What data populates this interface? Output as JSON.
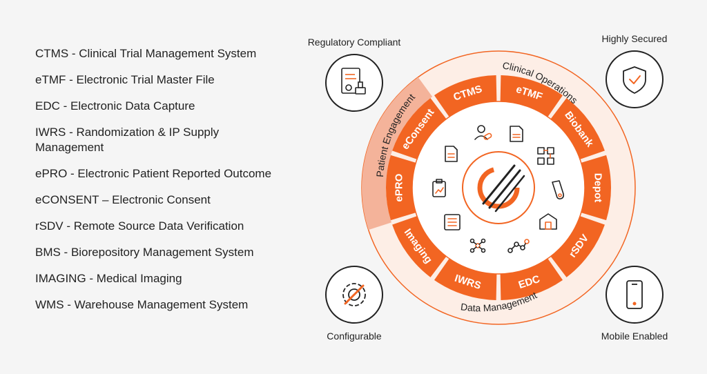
{
  "glossary": [
    "CTMS - Clinical Trial Management System",
    "eTMF - Electronic Trial Master File",
    "EDC - Electronic Data Capture",
    "IWRS - Randomization & IP Supply Management",
    "ePRO - Electronic Patient Reported Outcome",
    "eCONSENT – Electronic Consent",
    "rSDV - Remote Source Data Verification",
    "BMS - Biorepository Management System",
    "IMAGING - Medical Imaging",
    "WMS - Warehouse Management System"
  ],
  "corners": {
    "top_left": {
      "label": "Regulatory Compliant",
      "icon": "document-stamp-icon"
    },
    "top_right": {
      "label": "Highly Secured",
      "icon": "shield-check-icon"
    },
    "bottom_left": {
      "label": "Configurable",
      "icon": "gear-wrench-icon"
    },
    "bottom_right": {
      "label": "Mobile Enabled",
      "icon": "mobile-phone-icon"
    }
  },
  "groups": {
    "clinical_operations": "Clinical Operations",
    "patient_engagement": "Patient Engagement",
    "data_management": "Data Management"
  },
  "modules": [
    "CTMS",
    "eTMF",
    "Biobank",
    "Depot",
    "rSDV",
    "EDC",
    "IWRS",
    "Imaging",
    "ePRO",
    "eConsent"
  ],
  "colors": {
    "brand_orange": "#f26522",
    "ring_light": "#fbe3d6",
    "ring_patient": "#f4b39a",
    "background": "#f5f5f5"
  }
}
